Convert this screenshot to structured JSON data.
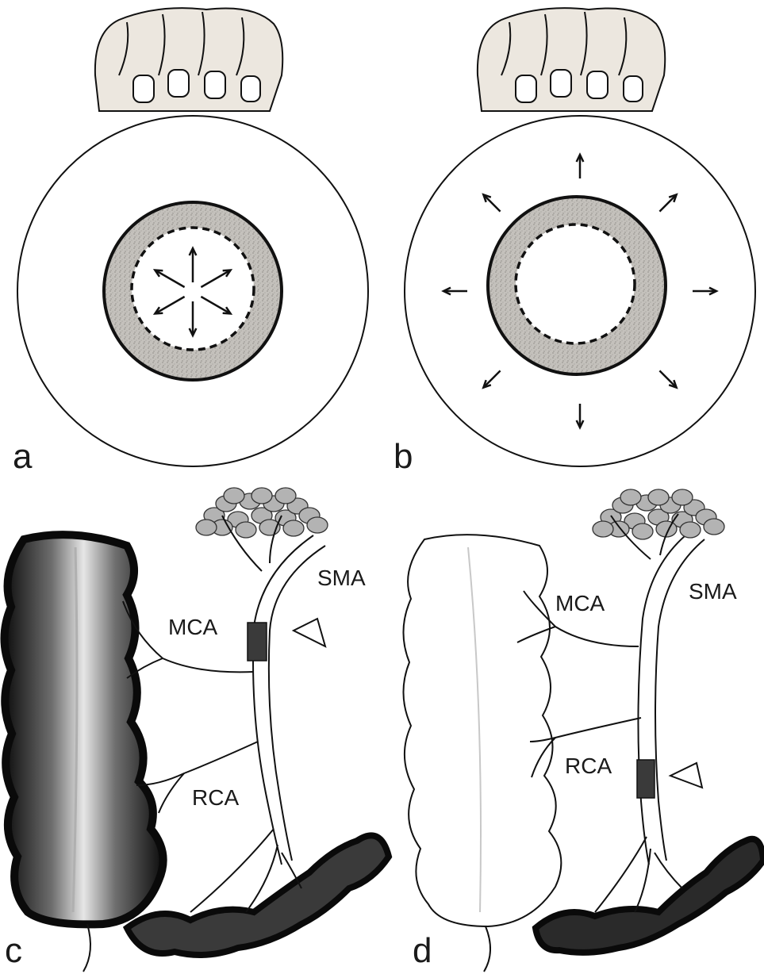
{
  "panels": {
    "a": {
      "letter": "a"
    },
    "b": {
      "letter": "b"
    },
    "c": {
      "letter": "c",
      "labels": {
        "sma": "SMA",
        "mca": "MCA",
        "rca": "RCA"
      }
    },
    "d": {
      "letter": "d",
      "labels": {
        "sma": "SMA",
        "mca": "MCA",
        "rca": "RCA"
      }
    }
  },
  "colors": {
    "vessel_wall": "#bdbab5",
    "hand_skin": "#ece7df",
    "ischemic_bowel": "#1c1c1c",
    "healthy_bowel": "#ffffff",
    "occlusion": "#3a3a3a"
  }
}
